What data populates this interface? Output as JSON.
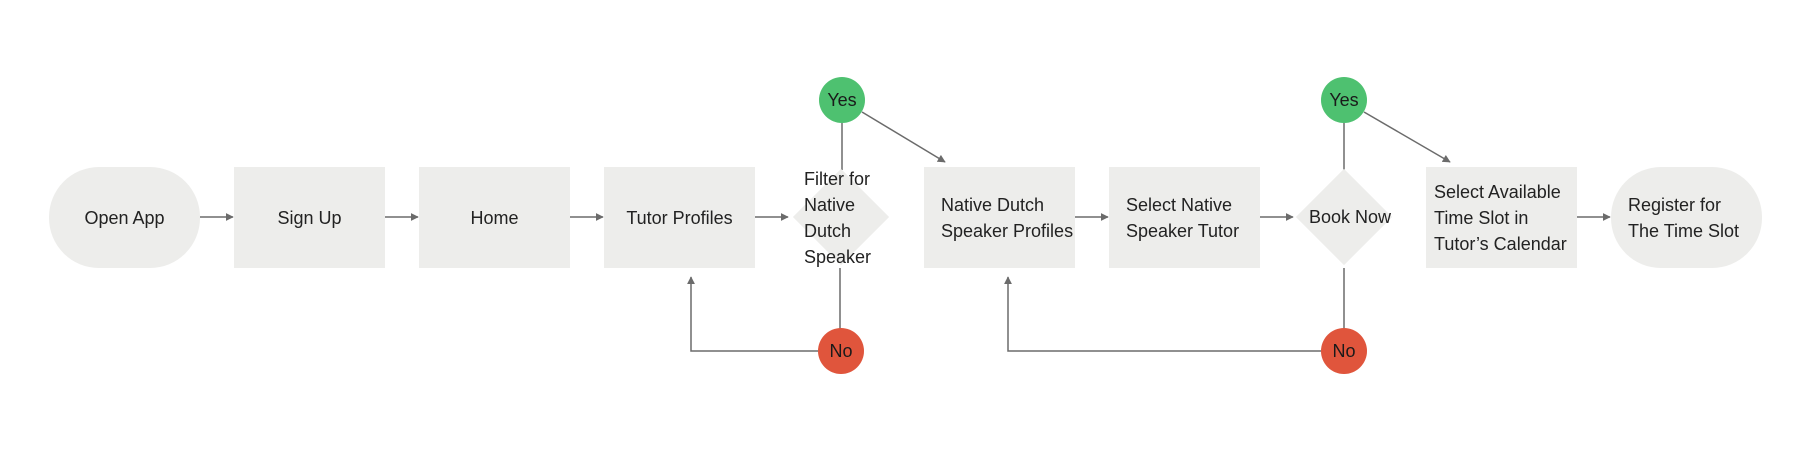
{
  "colors": {
    "node_fill": "#ededeb",
    "edge": "#6b6b6b",
    "yes_fill": "#4ec170",
    "no_fill": "#e0553c",
    "text": "#222222"
  },
  "nodes": {
    "open_app": "Open App",
    "sign_up": "Sign Up",
    "home": "Home",
    "tutor_profiles": "Tutor Profiles",
    "filter_line1": "Filter for",
    "filter_line2": "Native",
    "filter_line3": "Dutch",
    "filter_line4": "Speaker",
    "native_line1": "Native Dutch",
    "native_line2": "Speaker Profiles",
    "select_line1": "Select Native",
    "select_line2": "Speaker Tutor",
    "book_now": "Book Now",
    "slot_line1": "Select Available",
    "slot_line2": "Time Slot in",
    "slot_line3": "Tutor’s Calendar",
    "register_line1": "Register for",
    "register_line2": "The Time Slot"
  },
  "decisions": {
    "yes_1": "Yes",
    "no_1": "No",
    "yes_2": "Yes",
    "no_2": "No"
  }
}
